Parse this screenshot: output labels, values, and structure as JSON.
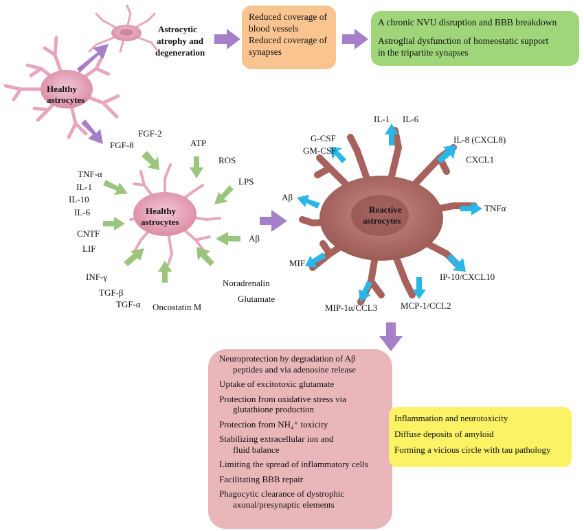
{
  "top": {
    "healthy_label_line1": "Healthy",
    "healthy_label_line2": "astrocytes",
    "atrophy_line1": "Astrocytic",
    "atrophy_line2": "atrophy and",
    "atrophy_line3": "degeneration",
    "orange_box": [
      "Reduced coverage of",
      "blood vessels",
      "Reduced coverage of",
      "synapses"
    ],
    "green_box": [
      "A chronic NVU disruption and BBB breakdown",
      "Astroglial dysfunction of homeostatic support",
      "in the tripartite synapses"
    ]
  },
  "middle": {
    "healthy_label_line1": "Healthy",
    "healthy_label_line2": "astrocytes",
    "stimuli": [
      "FGF-2",
      "FGF-8",
      "ATP",
      "ROS",
      "LPS",
      "TNF-α",
      "IL-1",
      "IL-10",
      "IL-6",
      "CNTF",
      "LIF",
      "INF-γ",
      "TGF-β",
      "TGF-α",
      "Oncostatin M",
      "Noradrenalin",
      "Glutamate",
      "Aβ"
    ],
    "reactive_label_line1": "Reactive",
    "reactive_label_line2": "astrocytes",
    "secreted": [
      "IL-1",
      "IL-6",
      "G-CSF",
      "GM-CSF",
      "IL-8 (CXCL8)",
      "CXCL1",
      "Aβ",
      "TNFα",
      "MIF",
      "IP-10/CXCL10",
      "MIP-1α/CCL3",
      "MCP-1/CCL2"
    ]
  },
  "bottom": {
    "pink_box": [
      [
        "Neuroprotection by degradation of Aβ",
        "peptides and via adenosine release"
      ],
      [
        "Uptake of excitotoxic glutamate"
      ],
      [
        "Protection from oxidative stress via",
        "glutathione production"
      ],
      [
        "Protection from NH₄⁺ toxicity"
      ],
      [
        "Stabilizing extracellular ion and",
        "fluid balance"
      ],
      [
        "Limiting the spread of inflammatory cells"
      ],
      [
        "Facilitating BBB repair"
      ],
      [
        "Phagocytic clearance of dystrophic",
        "axonal/presynaptic elements"
      ]
    ],
    "yellow_box": [
      "Inflammation and neurotoxicity",
      "Diffuse deposits of amyloid",
      "Forming a vicious circle with tau pathology"
    ]
  },
  "colors": {
    "purple_arrow": "#a57fc8",
    "green_arrow": "#9bc47c",
    "blue_arrow": "#2ab7e6",
    "healthy_cell": "#e19bb4",
    "reactive_cell": "#a8625d",
    "orange_box": "#f9c48f",
    "green_box": "#9fd67a",
    "pink_box": "#e9b7b9",
    "yellow_box": "#fbf266"
  }
}
